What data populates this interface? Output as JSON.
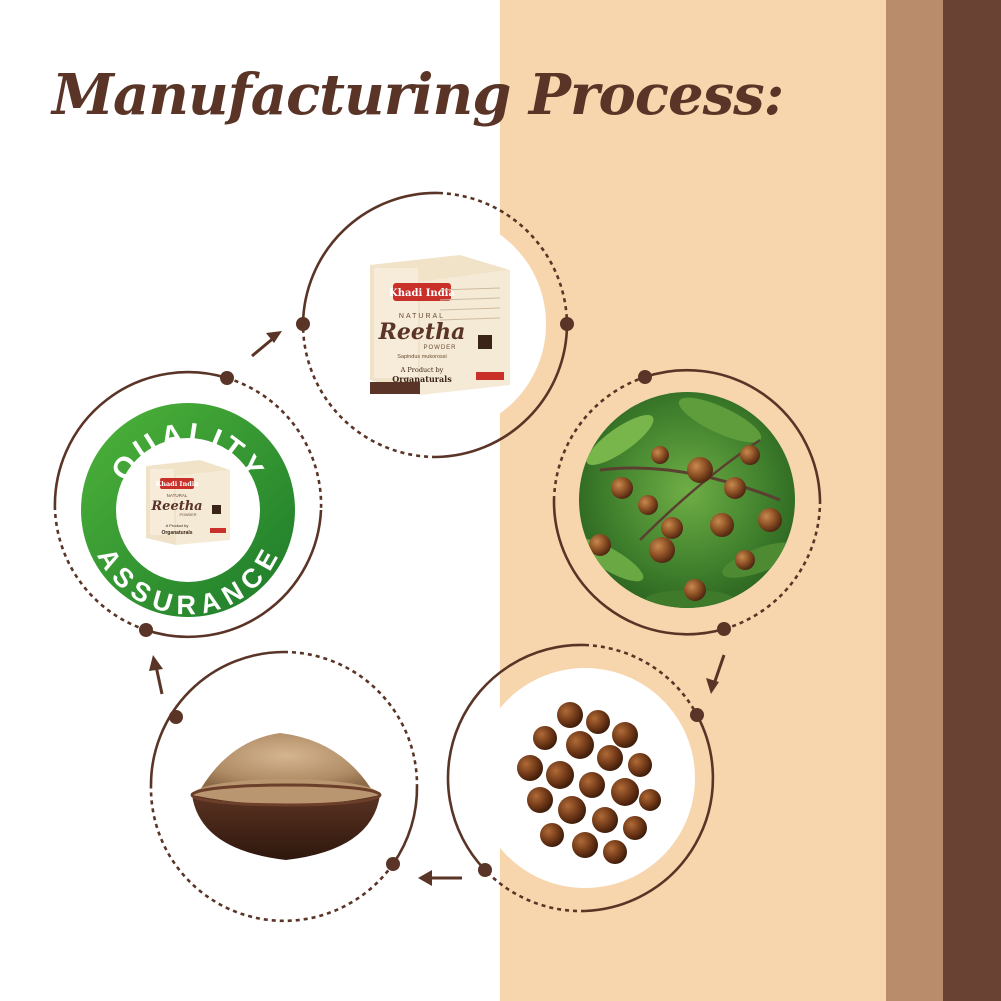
{
  "title": "Manufacturing Process:",
  "colors": {
    "title": "#5a3426",
    "ring": "#5a3426",
    "peach": "#f7d6ae",
    "tan": "#b98d6b",
    "brown": "#6a4233",
    "quality_green": "#2f8e2d"
  },
  "steps": [
    {
      "id": "packaged-product"
    },
    {
      "id": "reetha-tree"
    },
    {
      "id": "dried-soapnuts"
    },
    {
      "id": "reetha-powder-bowl"
    },
    {
      "id": "quality-assurance"
    }
  ],
  "product_box": {
    "brand": "Khadi India",
    "natural": "NATURAL",
    "name": "Reetha",
    "subname": "POWDER",
    "botanical": "Sapindus mukorossi",
    "by_line": "A Product by",
    "maker": "Organaturals"
  },
  "quality_badge": {
    "top_text": "QUALITY",
    "bottom_text": "ASSURANCE"
  }
}
